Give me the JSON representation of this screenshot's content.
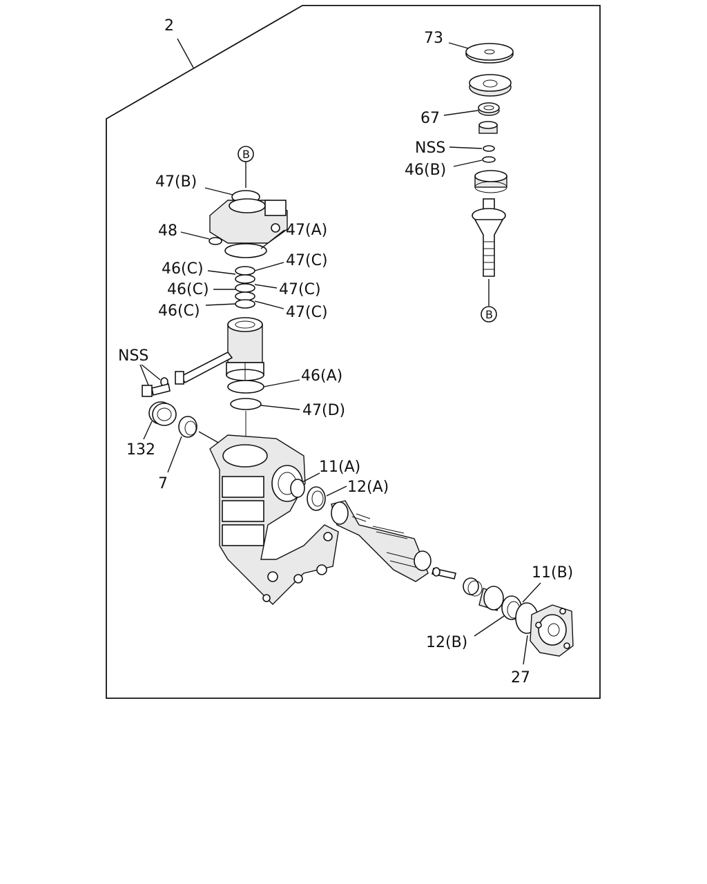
{
  "labels": {
    "assembly": "2",
    "plate": "73",
    "bearing_67": "67",
    "nss_top": "NSS",
    "ring_46b": "46(B)",
    "oring_47b": "47(B)",
    "plug_48": "48",
    "oring_47a": "47(A)",
    "seal_46c_1": "46(C)",
    "seal_46c_2": "46(C)",
    "seal_46c_3": "46(C)",
    "oring_47c_1": "47(C)",
    "oring_47c_2": "47(C)",
    "oring_47c_3": "47(C)",
    "nss_left": "NSS",
    "seal_46a": "46(A)",
    "oring_47d": "47(D)",
    "seal_132": "132",
    "seal_7": "7",
    "ring_11a": "11(A)",
    "seal_12a": "12(A)",
    "ring_11b": "11(B)",
    "seal_12b": "12(B)",
    "gasket_27": "27"
  },
  "callouts": {
    "b_upper": "B",
    "b_right": "B"
  }
}
